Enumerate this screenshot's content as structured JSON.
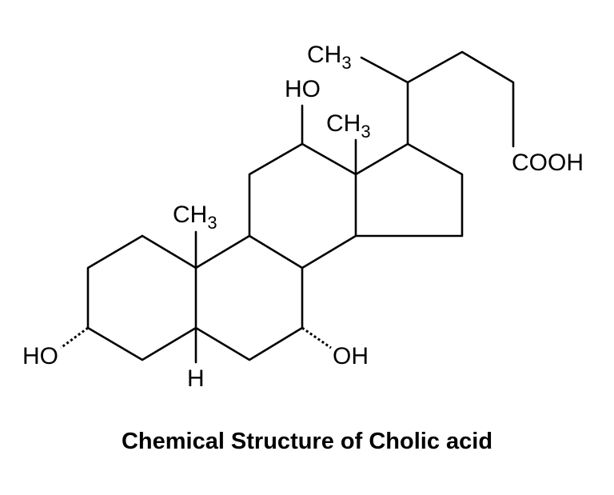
{
  "caption": "Chemical Structure of Cholic acid",
  "labels": {
    "ch3_chain": "CH",
    "ch3_c13": "CH",
    "ch3_c10": "CH",
    "ch3_sub": "3",
    "oh_c12": "HO",
    "cooh": "COOH",
    "oh_c3": "HO",
    "oh_c7": "OH",
    "h_c5": "H"
  }
}
